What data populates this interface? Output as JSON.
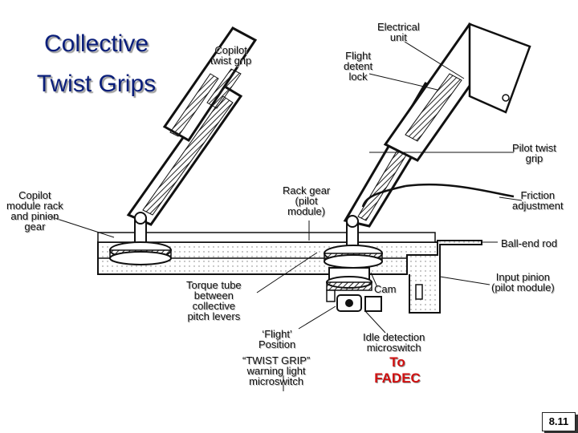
{
  "title": {
    "line1": "Collective",
    "line2": "Twist Grips"
  },
  "labels": {
    "copilot_twist_grip": [
      "Copilot",
      "twist grip"
    ],
    "electrical_unit": [
      "Electrical",
      "unit"
    ],
    "flight_detent_lock": [
      "Flight",
      "detent",
      "lock"
    ],
    "pilot_twist_grip": [
      "Pilot twist",
      "grip"
    ],
    "copilot_module_rack": [
      "Copilot",
      "module rack",
      "and pinion",
      "gear"
    ],
    "rack_gear": [
      "Rack gear",
      "(pilot",
      "module)"
    ],
    "friction_adjustment": [
      "Friction",
      "adjustment"
    ],
    "ball_end_rod": [
      "Ball-end rod"
    ],
    "torque_tube": [
      "Torque tube",
      "between",
      "collective",
      "pitch levers"
    ],
    "cam": [
      "Cam"
    ],
    "input_pinion": [
      "Input pinion",
      "(pilot module)"
    ],
    "flight_position": [
      "‘Flight’",
      "Position"
    ],
    "twist_grip_warning": [
      "“TWIST GRIP”",
      "warning light",
      "microswitch"
    ],
    "idle_detection": [
      "Idle detection",
      "microswitch"
    ]
  },
  "fadec": {
    "line1": "To",
    "line2": "FADEC"
  },
  "page_number": "8.11",
  "colors": {
    "title": "#0a1e7a",
    "fadec": "#d01010"
  }
}
